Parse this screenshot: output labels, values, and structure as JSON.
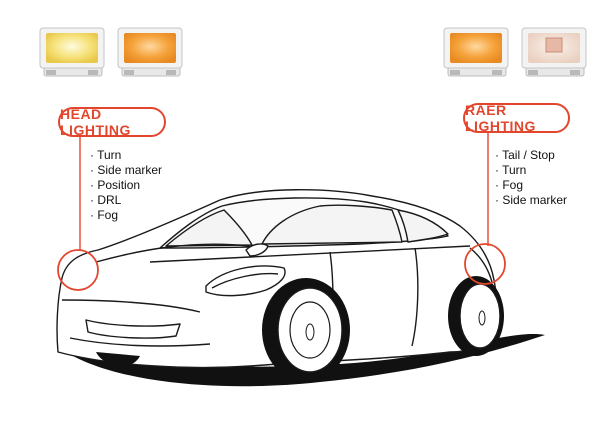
{
  "head": {
    "label": "HEAD LIGHTING",
    "items": [
      "Turn",
      "Side marker",
      "Position",
      "DRL",
      "Fog"
    ],
    "led_colors": [
      "#f6e27a",
      "#f5a23a"
    ]
  },
  "rear": {
    "label": "RAER LIGHTING",
    "items": [
      "Tail / Stop",
      "Turn",
      "Fog",
      "Side marker"
    ],
    "led_colors": [
      "#f5a23a",
      "#f2ddd0"
    ]
  },
  "accent_color": "#e2472e"
}
